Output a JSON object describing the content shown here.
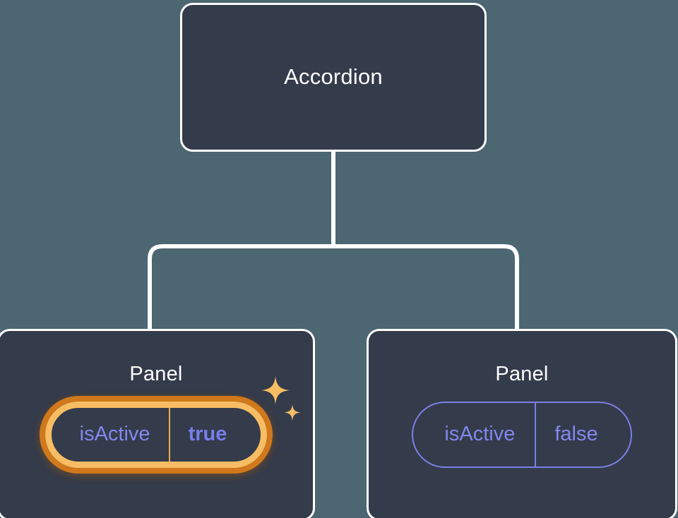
{
  "canvas": {
    "background_color": "#4c6672",
    "node_fill_color": "#343b4a",
    "node_border_color": "#ffffff",
    "connector_color": "#ffffff",
    "accent_highlight_color": "#f7bd64",
    "accent_glow_color": "#d0781b",
    "prop_text_color": "#8287ee",
    "prop_border_color": "#7b80e8"
  },
  "tree": {
    "root": {
      "title": "Accordion"
    },
    "children": [
      {
        "title": "Panel",
        "highlighted": true,
        "prop": {
          "key": "isActive",
          "value": "true"
        },
        "sparkle_icon": "sparkles-icon"
      },
      {
        "title": "Panel",
        "highlighted": false,
        "prop": {
          "key": "isActive",
          "value": "false"
        }
      }
    ]
  }
}
